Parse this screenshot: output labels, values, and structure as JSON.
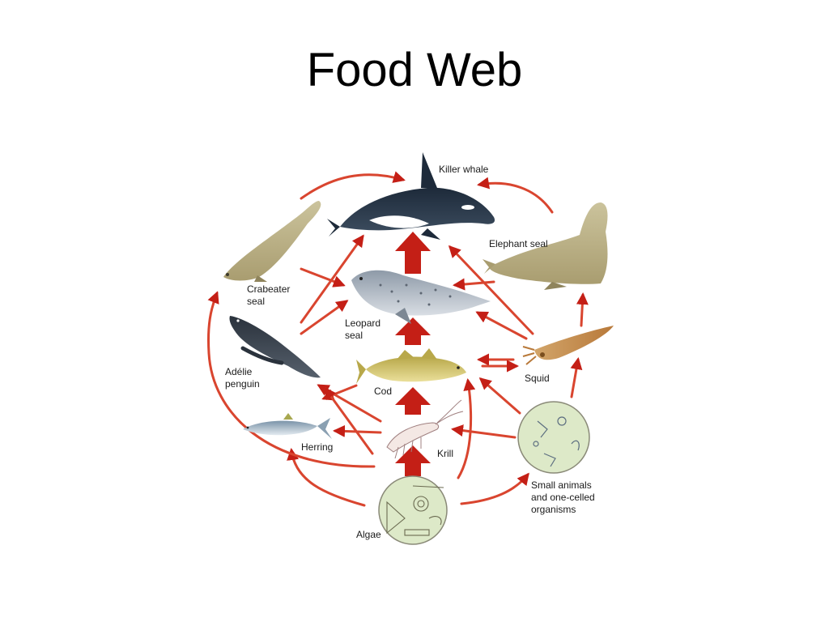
{
  "slide": {
    "title": "Food Web"
  },
  "organisms": {
    "killer_whale": "Killer whale",
    "elephant_seal": "Elephant seal",
    "crabeater_seal": [
      "Crabeater",
      "seal"
    ],
    "leopard_seal": [
      "Leopard",
      "seal"
    ],
    "adelie_penguin": [
      "Adélie",
      "penguin"
    ],
    "cod": "Cod",
    "squid": "Squid",
    "herring": "Herring",
    "krill": "Krill",
    "small_animals": [
      "Small animals",
      "and one-celled",
      "organisms"
    ],
    "algae": "Algae"
  },
  "colors": {
    "arrow_dark": "#c41f16",
    "arrow_light": "#f0b49a",
    "circle_fill": "#dde9c8",
    "circle_stroke": "#8a8a78"
  }
}
